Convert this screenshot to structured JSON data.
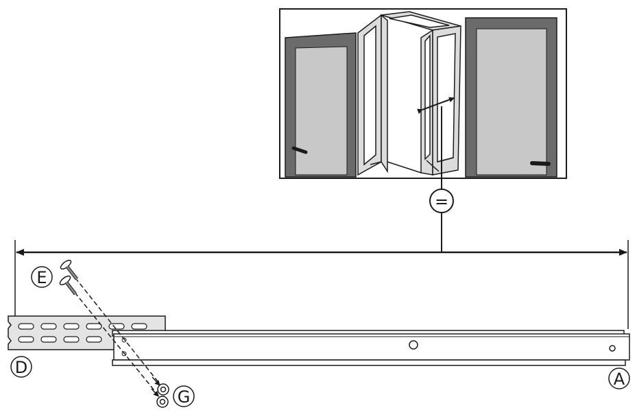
{
  "diagram": {
    "equal_symbol": "=",
    "callouts": {
      "a": "A",
      "d": "D",
      "e": "E",
      "g": "G"
    },
    "colors": {
      "line": "#1a1a1a",
      "door_frame": "#6b6b6b",
      "door_panel": "#c8c8c8",
      "rail_fill": "#ffffff",
      "bracket_fill": "#e4e4e4"
    },
    "icons": [
      "double-arrow-icon",
      "screw-icon",
      "nut-icon",
      "equal-icon"
    ]
  }
}
